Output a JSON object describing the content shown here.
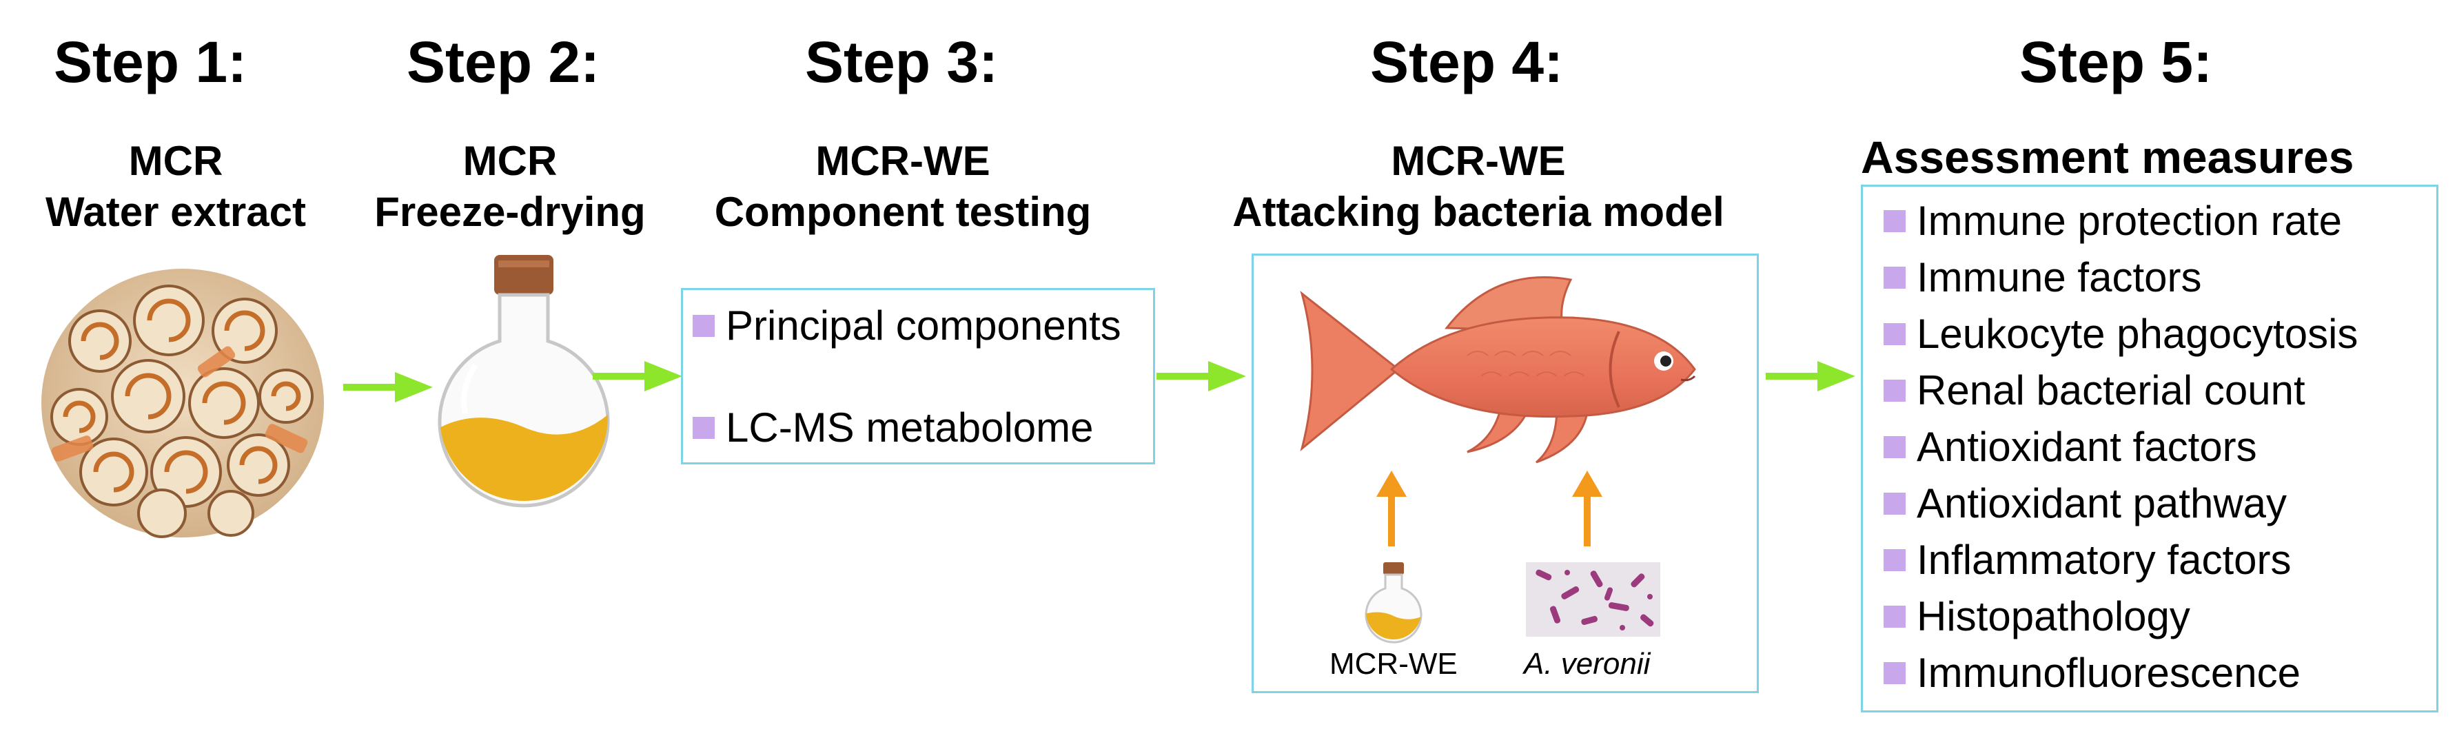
{
  "steps": [
    {
      "title": "Step 1:",
      "subtitle1": "MCR",
      "subtitle2": "Water extract"
    },
    {
      "title": "Step 2:",
      "subtitle1": "MCR",
      "subtitle2": "Freeze-drying"
    },
    {
      "title": "Step 3:",
      "subtitle1": "MCR-WE",
      "subtitle2": "Component testing",
      "items": [
        "Principal components",
        "LC-MS metabolome"
      ]
    },
    {
      "title": "Step 4:",
      "subtitle1": "MCR-WE",
      "subtitle2": "Attacking bacteria model",
      "labels": {
        "extract": "MCR-WE",
        "bacteria": "A. veronii"
      }
    },
    {
      "title": "Step 5:",
      "subtitle1": "Assessment measures",
      "items": [
        "Immune protection rate",
        "Immune factors",
        "Leukocyte phagocytosis",
        "Renal bacterial count",
        "Antioxidant factors",
        "Antioxidant pathway",
        "Inflammatory factors",
        "Histopathology",
        "Immunofluorescence"
      ]
    }
  ],
  "colors": {
    "arrow_green": "#8ee62c",
    "arrow_orange": "#f39a1c",
    "box_border": "#7fd3e6",
    "bullet": "#c9a7ec",
    "extract_yellow": "#ecb11d",
    "fish": "#e8735a",
    "cork": "#9b5a34"
  },
  "icons": [
    "dried-herb-slices-image",
    "flask-icon",
    "fish-image",
    "small-flask-icon",
    "bacteria-image",
    "right-arrow-icon",
    "up-arrow-icon"
  ]
}
